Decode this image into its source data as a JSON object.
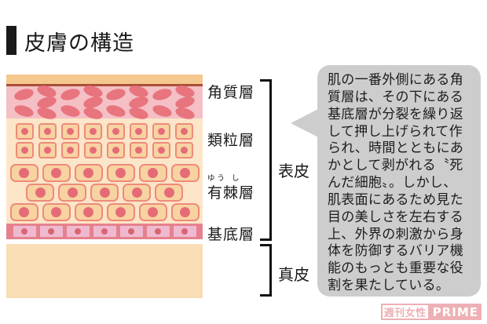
{
  "header": {
    "title": "皮膚の構造"
  },
  "diagram": {
    "labels": {
      "corneum": "角質層",
      "granular": "類粒層",
      "spinous_furigana": "ゆう し",
      "spinous": "有棘層",
      "basal": "基底層",
      "epidermis": "表皮",
      "dermis": "真皮"
    },
    "pattern": {
      "corneum_oval_columns": [
        2,
        3,
        2,
        3,
        2,
        3,
        2,
        3
      ],
      "granular_rows": 2,
      "granular_cells_per_row": 8,
      "spinous_row_cells": [
        6,
        5,
        6
      ],
      "basal_cells": 7
    },
    "colors": {
      "surface_strip": "#f5c88f",
      "surface_line": "#aa4f38",
      "corneum_bg": "#f4bfc5",
      "corneum_cell": "#e8747e",
      "epidermis_bg": "#fce5c8",
      "cell_fill": "#f8d3a2",
      "cell_border": "#ee8a79",
      "cell_dot": "#e56c77",
      "basal_bg": "#e5818e",
      "basal_cell": "#efb9cf",
      "basal_dot": "#d96570",
      "dermis_bg": "#f9ddb5",
      "bubble_bg": "#cdcdcd",
      "wm_pink": "#eeb0b4"
    }
  },
  "bubble": {
    "text": "肌の一番外側にある角\n質層は、その下にある\n基底層が分裂を繰り返\nして押し上げられて作\nられ、時間とともにあ\nかとして剥がれる〝死\nんだ細胞〟。しかし、\n肌表面にあるため見た\n目の美しさを左右する\n上、外界の刺激から身\n体を防御するバリア機\n能のもっとも重要な役\n割を果たしている。"
  },
  "watermark": {
    "magazine": "週刊女性",
    "brand": "PRIME"
  }
}
